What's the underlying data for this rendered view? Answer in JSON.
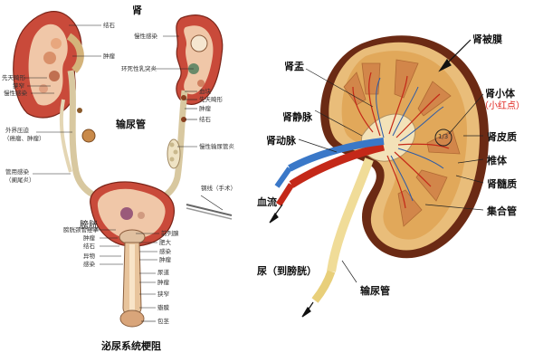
{
  "left": {
    "top": "肾",
    "ureter": "输尿管",
    "bladder": "膀胱",
    "caption": "泌尿系统梗阻",
    "small": {
      "l_stone1": "结石",
      "l_tumor": "肿瘤",
      "l_congenital": "先天畸形",
      "l_stricture": "狭窄",
      "l_infl": "慢性感染",
      "l_outer": "外界压迫",
      "l_outer2": "（癌瘤、肿瘤）",
      "l_lower": "管用感染",
      "l_lower2": "（阑尾炎）",
      "r_infl": "慢性感染",
      "r_tb": "环死性乳突炎",
      "r_clot": "血块",
      "r_cong": "先天畸形",
      "r_tumor": "肿瘤",
      "r_stone": "结石",
      "r_dil": "慢性输尿管炎",
      "r_ligate": "钢线（手术）",
      "p_prost": "前列腺",
      "p_neck": "膀胱颈管痉挛",
      "p_tumor": "肿瘤",
      "p_stone": "结石",
      "p_foreign": "异物",
      "p_infl": "感染",
      "p_hyper": "肥大",
      "p_inflb": "感染",
      "p_tumorb": "肿瘤",
      "u_urethra": "尿道",
      "u_tumor": "肿瘤",
      "u_stric": "狭窄",
      "u_valve": "瓣膜",
      "u_prep": "包茎"
    }
  },
  "right": {
    "capsule": "肾被膜",
    "pelvis": "肾盂",
    "vein": "肾静脉",
    "artery": "肾动脉",
    "corpuscle": "肾小体",
    "corpuscle_note": "（小红点）",
    "cortex": "肾皮质",
    "pyramid": "椎体",
    "medulla": "肾髓质",
    "collecting": "集合管",
    "blood": "血流",
    "urine": "尿（到膀胱）",
    "ureter": "输尿管",
    "marker": "1/3"
  }
}
